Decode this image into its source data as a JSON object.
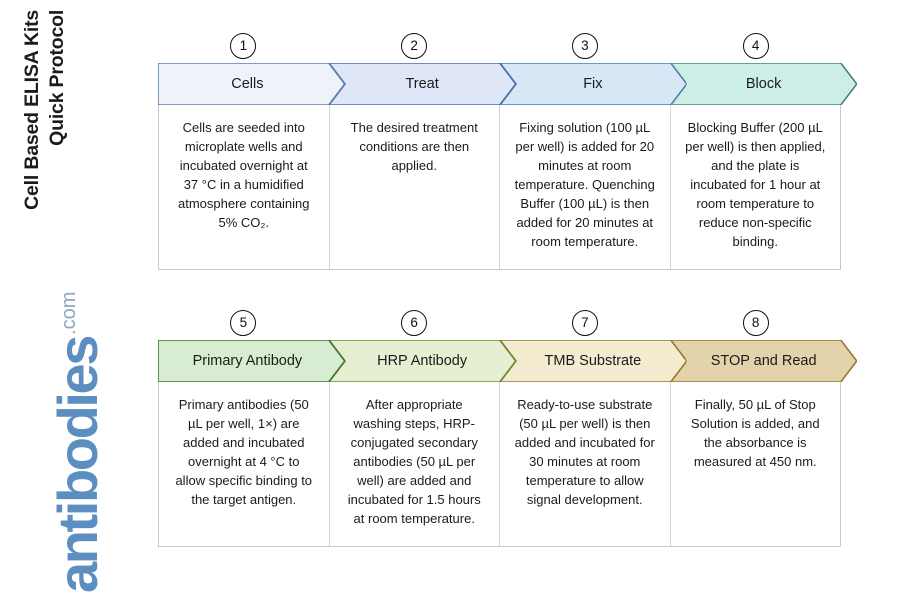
{
  "title": "Cell Based ELISA Kits Quick Protocol",
  "title_line_1": "Cell Based ELISA Kits",
  "title_line_2": "Quick Protocol",
  "brand": {
    "word": "antibodies",
    "tld": ".com",
    "color": "#5c8fc0"
  },
  "rows": [
    {
      "name": "row-1",
      "steps": [
        {
          "number": "1",
          "label": "Cells",
          "fill": "#eef3fa",
          "stroke": "#5a7fa8",
          "text": "Cells are seeded into microplate wells and incubated overnight at 37 °C in a humidified atmosphere containing 5% CO₂."
        },
        {
          "number": "2",
          "label": "Treat",
          "fill": "#dfe6f7",
          "stroke": "#4f6f9f",
          "text": "The desired treatment conditions are then applied."
        },
        {
          "number": "3",
          "label": "Fix",
          "fill": "#d8e7f5",
          "stroke": "#4f7ea8",
          "text": "Fixing solution (100 µL per well) is added for 20 minutes at room temperature. Quenching Buffer (100 µL) is then added for 20 minutes at room temperature."
        },
        {
          "number": "4",
          "label": "Block",
          "fill": "#cdeee7",
          "stroke": "#4e7f7a",
          "text": "Blocking Buffer (200 µL per well) is then applied, and the plate is incubated for 1 hour at room temperature to reduce non-specific binding."
        }
      ]
    },
    {
      "name": "row-2",
      "steps": [
        {
          "number": "5",
          "label": "Primary Antibody",
          "fill": "#d7ecd0",
          "stroke": "#3f7a33",
          "text": "Primary antibodies (50 µL per well, 1×) are added and incubated overnight at 4 °C to allow specific binding to the target antigen."
        },
        {
          "number": "6",
          "label": "HRP Antibody",
          "fill": "#e7efd2",
          "stroke": "#6f8a33",
          "text": "After appropriate washing steps, HRP-conjugated secondary antibodies (50 µL per well) are added and incubated for 1.5 hours at room temperature."
        },
        {
          "number": "7",
          "label": "TMB Substrate",
          "fill": "#f3ecd0",
          "stroke": "#97782e",
          "text": "Ready-to-use substrate (50 µL per well) is then added and incubated for 30 minutes at room temperature to allow signal development."
        },
        {
          "number": "8",
          "label": "STOP and Read",
          "fill": "#e3d3ab",
          "stroke": "#97782e",
          "text": "Finally, 50 µL of Stop Solution is added, and the absorbance is measured at 450 nm."
        }
      ]
    }
  ]
}
